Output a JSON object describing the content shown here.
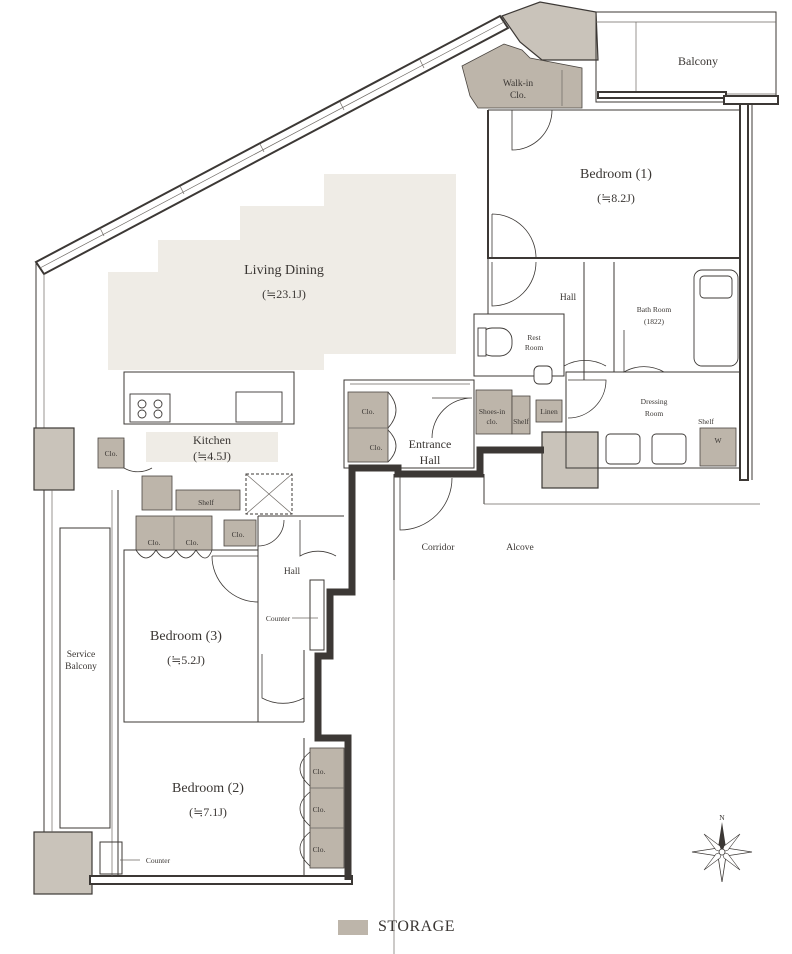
{
  "rooms": {
    "living_dining": {
      "name": "Living Dining",
      "area": "(≒23.1J)"
    },
    "kitchen": {
      "name": "Kitchen",
      "area": "(≒4.5J)"
    },
    "bedroom1": {
      "name": "Bedroom (1)",
      "area": "(≒8.2J)"
    },
    "bedroom2": {
      "name": "Bedroom (2)",
      "area": "(≒7.1J)"
    },
    "bedroom3": {
      "name": "Bedroom (3)",
      "area": "(≒5.2J)"
    },
    "balcony": "Balcony",
    "service_balcony": [
      "Service",
      "Balcony"
    ],
    "walk_in": [
      "Walk-in",
      "Clo."
    ],
    "hall_upper": "Hall",
    "hall_lower": "Hall",
    "rest_room": [
      "Rest",
      "Room"
    ],
    "bath_room": [
      "Bath Room",
      "(1822)"
    ],
    "dressing_room": [
      "Dressing",
      "Room"
    ],
    "entrance_hall": [
      "Entrance",
      "Hall"
    ],
    "corridor": "Corridor",
    "alcove": "Alcove",
    "shoes_in": [
      "Shoes-in",
      "clo."
    ]
  },
  "fixtures": {
    "clo": "Clo.",
    "shelf": "Shelf",
    "linen": "Linen",
    "counter": "Counter",
    "w": "W"
  },
  "compass": "N",
  "legend": {
    "label": "STORAGE",
    "color": "#bdb5aa"
  }
}
